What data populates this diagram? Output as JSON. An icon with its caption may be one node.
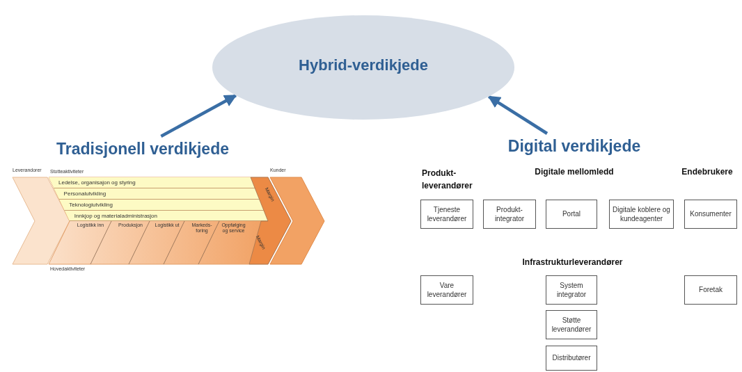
{
  "diagram": {
    "nodes": [
      {
        "text": [
          "Hybrid-verdikjede"
        ]
      },
      {
        "text": [
          "Tradisjonell verdikjede"
        ]
      },
      {
        "text": [
          "Digital verdikjede"
        ]
      },
      {
        "text": [
          "Leverandorer"
        ]
      },
      {
        "text": [
          "Stotteaktiviteter",
          "Hovedaktiviteter"
        ]
      },
      {
        "text": [
          "Ledelse, organisajon og styring"
        ],
        "in": 4
      },
      {
        "text": [
          "Personalutvikling"
        ],
        "in": 4
      },
      {
        "text": [
          "Teknologiutvikling"
        ],
        "in": 4
      },
      {
        "text": [
          "Innkjop og materialadministrasjon"
        ],
        "in": 4
      },
      {
        "text": [
          "Logistikk inn"
        ],
        "in": 4
      },
      {
        "text": [
          "Produksjon"
        ],
        "in": 4
      },
      {
        "text": [
          "Logistikk ut"
        ],
        "in": 4
      },
      {
        "text": [
          "Markeds- foring"
        ],
        "in": 4
      },
      {
        "text": [
          "Oppfølging og service"
        ],
        "in": 4
      },
      {
        "text": [
          "Margin",
          "Margin"
        ],
        "in": 4
      },
      {
        "text": [
          "Kunder"
        ]
      },
      {
        "text": [
          "Tjeneste leverandører"
        ]
      },
      {
        "text": [
          "Produkt- integrator"
        ]
      },
      {
        "text": [
          "Portal"
        ]
      },
      {
        "text": [
          "Digitale koblere og kundeagenter"
        ]
      },
      {
        "text": [
          "Konsumenter"
        ]
      },
      {
        "text": [
          "Vare leverandører"
        ]
      },
      {
        "text": [
          "System integrator"
        ]
      },
      {
        "text": [
          "Foretak"
        ]
      },
      {
        "text": [
          "Støtte leverandører"
        ]
      },
      {
        "text": [
          "Distributører"
        ]
      }
    ],
    "edges": [
      {
        "from": 1,
        "to": 0,
        "arrow": "to"
      },
      {
        "from": 2,
        "to": 0,
        "arrow": "to"
      }
    ],
    "labels": [
      "Produkt- leverandører",
      "Digitale mellomledd",
      "Endebrukere",
      "Infrastrukturleverandører"
    ]
  }
}
